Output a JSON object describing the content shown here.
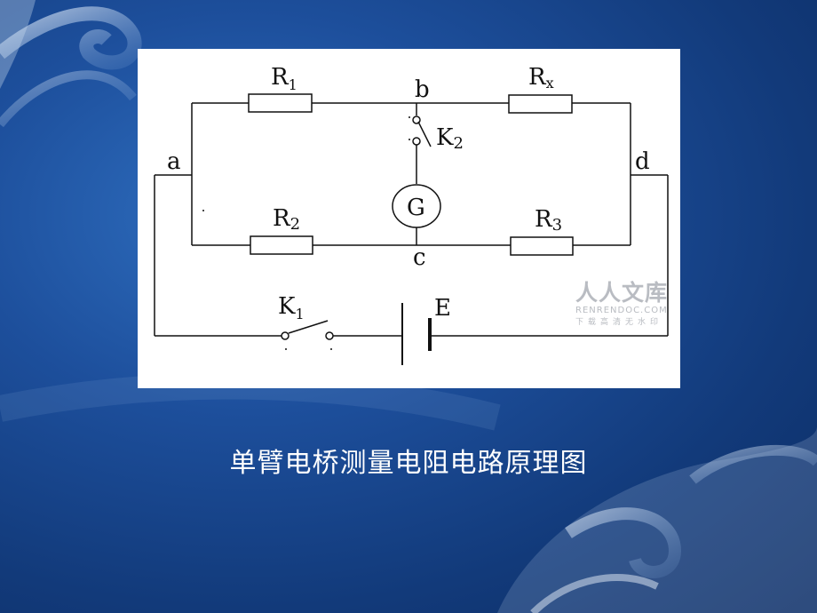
{
  "caption": "单臂电桥测量电阻电路原理图",
  "diagram": {
    "nodes": {
      "a": "a",
      "b": "b",
      "c": "c",
      "d": "d"
    },
    "components": {
      "r1": {
        "letter": "R",
        "sub": "1"
      },
      "rx": {
        "letter": "R",
        "sub": "x"
      },
      "r2": {
        "letter": "R",
        "sub": "2"
      },
      "r3": {
        "letter": "R",
        "sub": "3"
      },
      "k2": {
        "letter": "K",
        "sub": "2"
      },
      "k1": {
        "letter": "K",
        "sub": "1"
      },
      "g": "G",
      "e": "E"
    }
  },
  "watermark": {
    "title": "人人文库",
    "domain": "RENRENDOC.COM",
    "slogan": "下载高清无水印"
  },
  "colors": {
    "wire": "#111111",
    "caption": "#ffffff",
    "background": "#1d4f9c"
  }
}
